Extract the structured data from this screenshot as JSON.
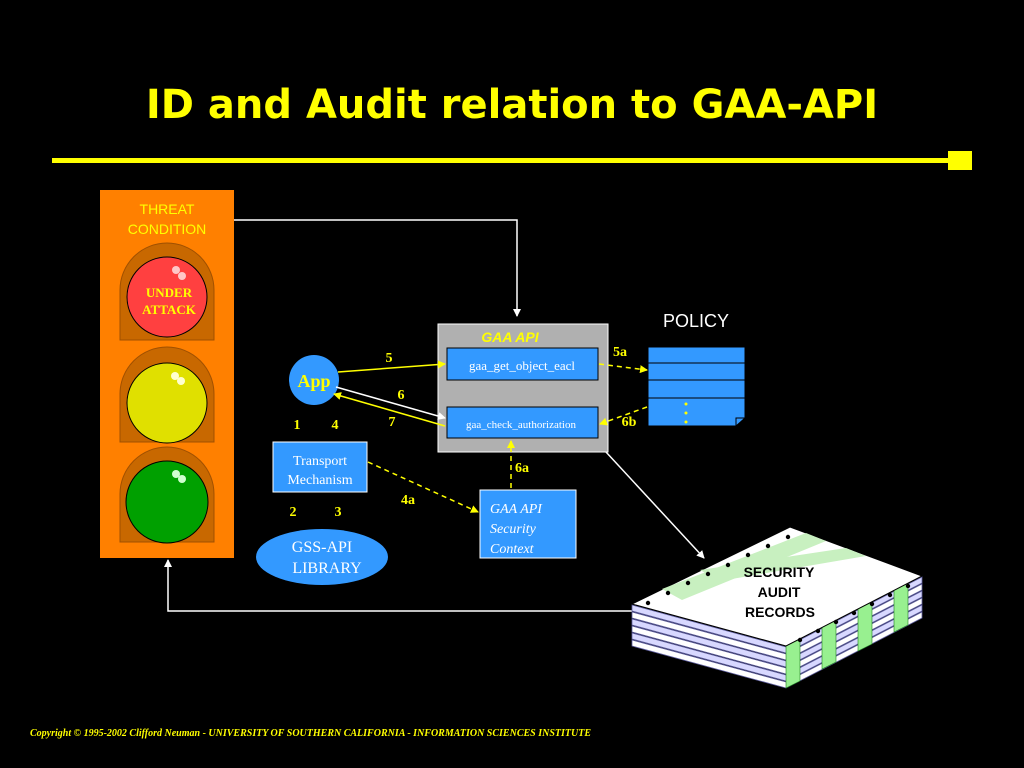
{
  "slide": {
    "title": "ID and Audit relation to GAA-API",
    "footer": "Copyright © 1995-2002 Clifford Neuman - UNIVERSITY OF SOUTHERN CALIFORNIA - INFORMATION SCIENCES INSTITUTE"
  },
  "colors": {
    "title": "#ffff00",
    "traffic_light_body": "#ff8000",
    "red_light": "#ff4040",
    "yellow_light": "#e0e000",
    "green_light": "#00a000",
    "box_blue": "#3399ff",
    "gaa_box": "#b0b0b0",
    "connector": "#ffffff",
    "dashed_connector": "#ffff00"
  },
  "diagram": {
    "threat": {
      "label_line1": "THREAT",
      "label_line2": "CONDITION",
      "red_light_line1": "UNDER",
      "red_light_line2": "ATTACK"
    },
    "app": {
      "label": "App"
    },
    "transport": {
      "line1": "Transport",
      "line2": "Mechanism"
    },
    "gss": {
      "line1": "GSS-API",
      "line2": "LIBRARY"
    },
    "gaa_api": {
      "title": "GAA API",
      "get_eacl": "gaa_get_object_eacl",
      "check_auth": "gaa_check_authorization"
    },
    "policy": {
      "label": "POLICY"
    },
    "security_context": {
      "line1": "GAA API",
      "line2": "Security",
      "line3": "Context"
    },
    "audit": {
      "line1": "SECURITY",
      "line2": "AUDIT",
      "line3": "RECORDS"
    },
    "steps": {
      "s1": "1",
      "s2": "2",
      "s3": "3",
      "s4": "4",
      "s4a": "4a",
      "s5": "5",
      "s5a": "5a",
      "s6": "6",
      "s6a": "6a",
      "s6b": "6b",
      "s7": "7"
    }
  }
}
